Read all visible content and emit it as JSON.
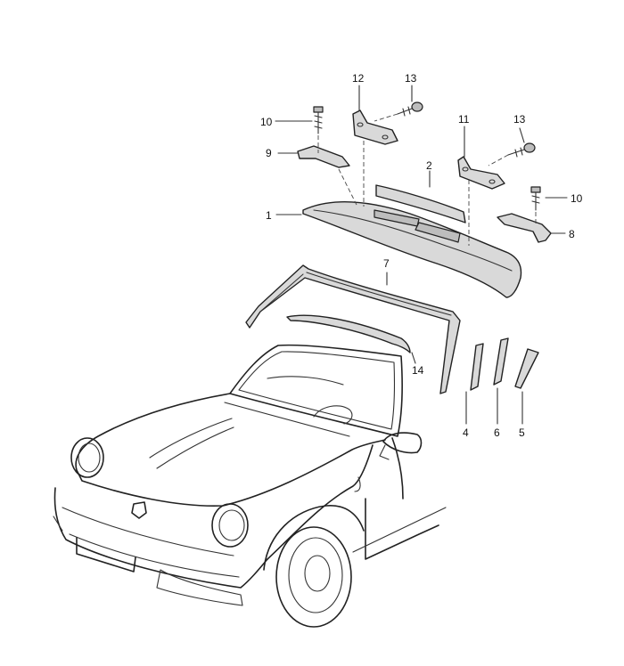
{
  "callouts": [
    {
      "id": "c1",
      "text": "1"
    },
    {
      "id": "c2",
      "text": "2"
    },
    {
      "id": "c4",
      "text": "4"
    },
    {
      "id": "c5",
      "text": "5"
    },
    {
      "id": "c6",
      "text": "6"
    },
    {
      "id": "c7",
      "text": "7"
    },
    {
      "id": "c8",
      "text": "8"
    },
    {
      "id": "c9",
      "text": "9"
    },
    {
      "id": "c10a",
      "text": "10"
    },
    {
      "id": "c10b",
      "text": "10"
    },
    {
      "id": "c11",
      "text": "11"
    },
    {
      "id": "c12",
      "text": "12"
    },
    {
      "id": "c13a",
      "text": "13"
    },
    {
      "id": "c13b",
      "text": "13"
    },
    {
      "id": "c14",
      "text": "14"
    }
  ]
}
